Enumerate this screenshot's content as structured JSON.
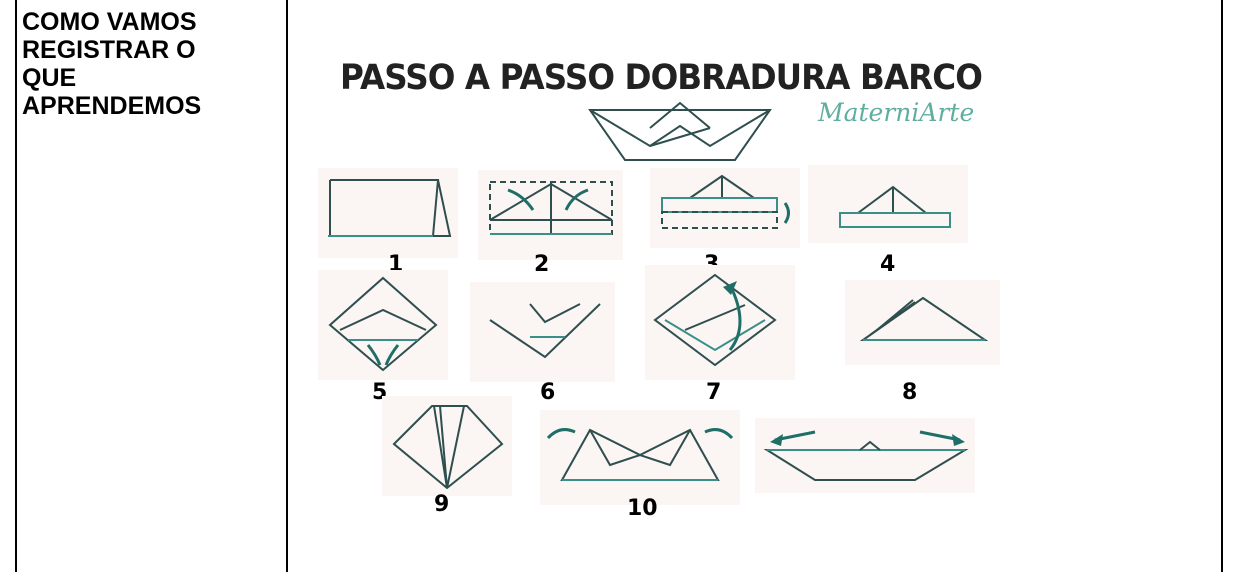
{
  "left_heading": [
    "COMO VAMOS",
    "REGISTRAR O",
    "QUE",
    "APRENDEMOS"
  ],
  "figure": {
    "title": "PASSO A PASSO DOBRADURA BARCO",
    "brand": "MaterniArte",
    "steps": [
      "1",
      "2",
      "3",
      "4",
      "5",
      "6",
      "7",
      "8",
      "9",
      "10"
    ]
  },
  "colors": {
    "teal": "#3a8f89",
    "ink": "#2f4f4f"
  }
}
